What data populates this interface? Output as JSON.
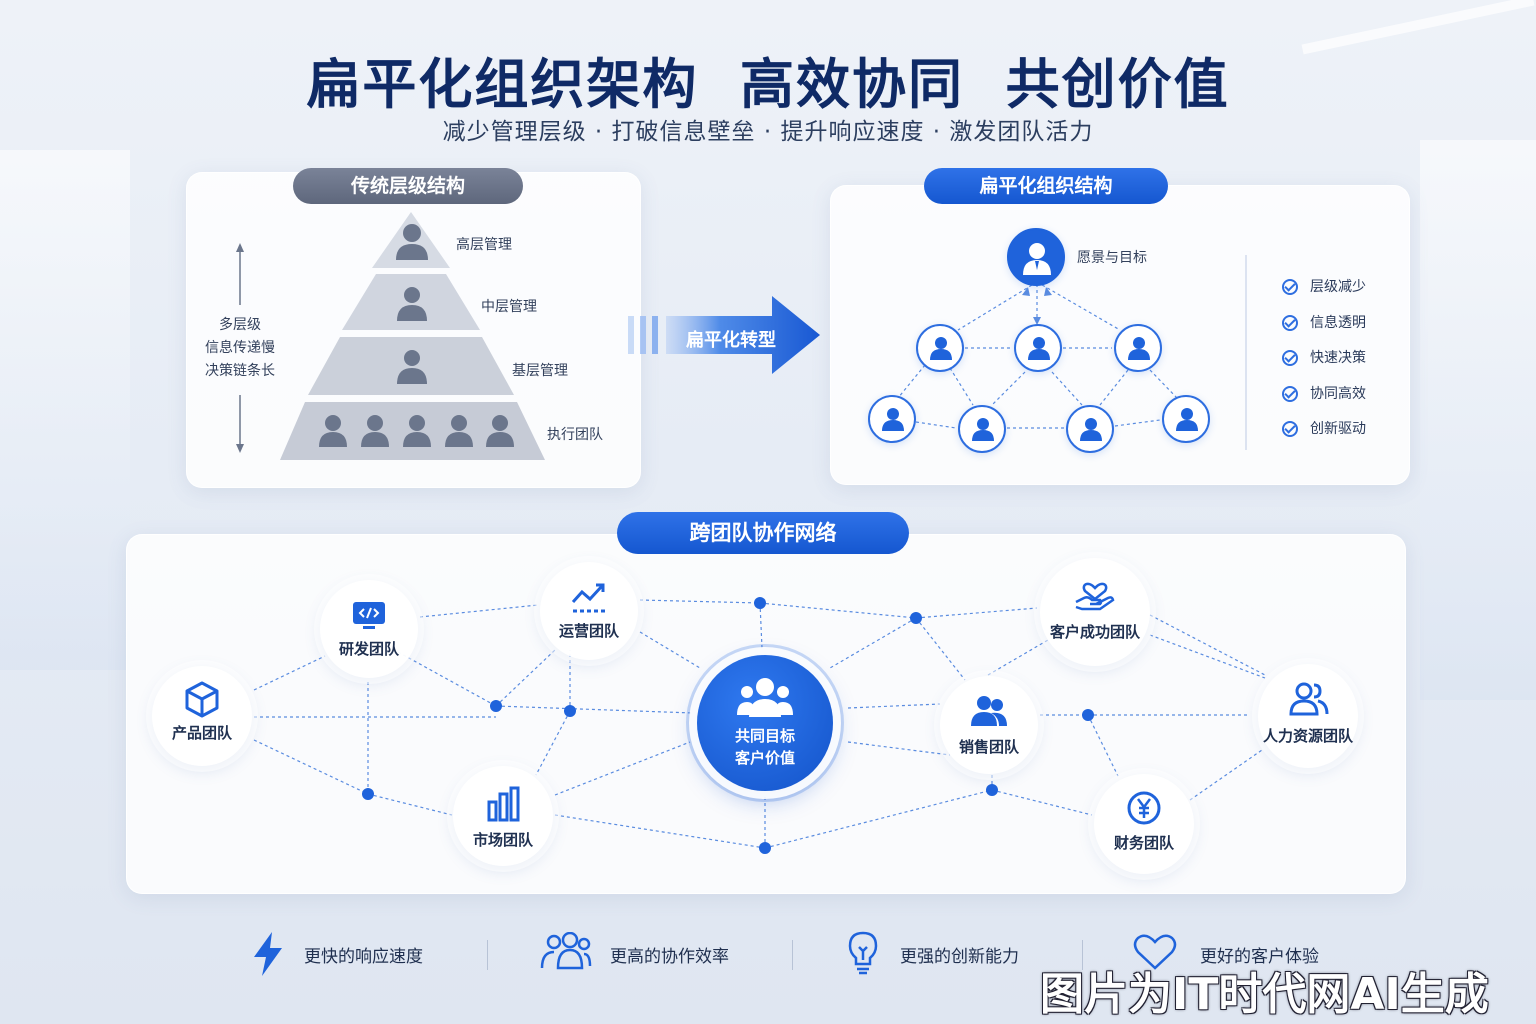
{
  "header": {
    "title": "扁平化组织架构  高效协同  共创价值",
    "subtitle": "减少管理层级 · 打破信息壁垒 · 提升响应速度 · 激发团队活力"
  },
  "traditional": {
    "pill": "传统层级结构",
    "tiers": [
      "高层管理",
      "中层管理",
      "基层管理",
      "执行团队"
    ],
    "side_lines": [
      "多层级",
      "信息传递慢",
      "决策链条长"
    ]
  },
  "transform": {
    "label": "扁平化转型"
  },
  "flat": {
    "pill": "扁平化组织结构",
    "top_label": "愿景与目标",
    "checks": [
      "层级减少",
      "信息透明",
      "快速决策",
      "协同高效",
      "创新驱动"
    ]
  },
  "network": {
    "pill": "跨团队协作网络",
    "center": [
      "共同目标",
      "客户价值"
    ],
    "teams": {
      "product": "产品团队",
      "rd": "研发团队",
      "ops": "运营团队",
      "market": "市场团队",
      "sales": "销售团队",
      "cs": "客户成功团队",
      "hr": "人力资源团队",
      "finance": "财务团队"
    }
  },
  "benefits": [
    "更快的响应速度",
    "更高的协作效率",
    "更强的创新能力",
    "更好的客户体验"
  ],
  "watermark": "图片为IT时代网AI生成",
  "colors": {
    "accent": "#1f63db",
    "dark_title": "#0f2a66",
    "gray_pill": "#6a7387"
  }
}
